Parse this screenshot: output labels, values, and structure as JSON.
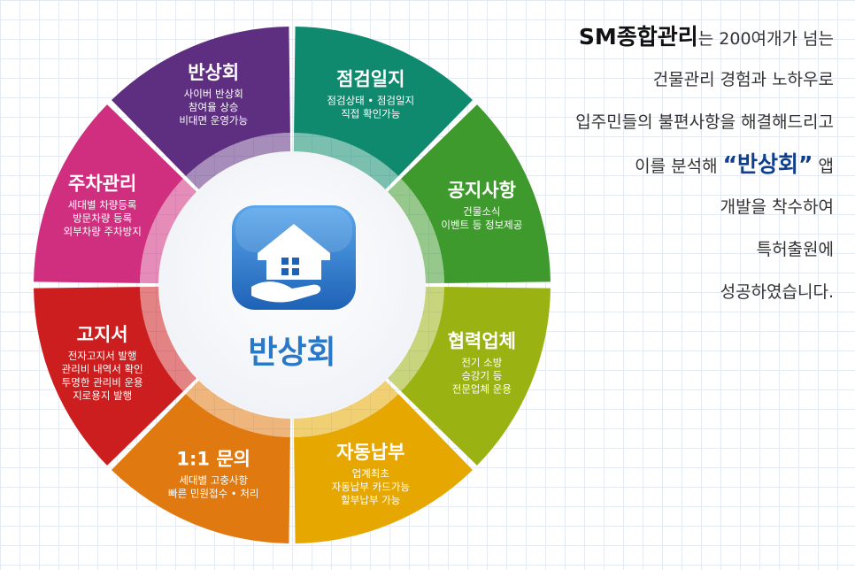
{
  "diagram": {
    "center": {
      "label": "반상회",
      "icon": "house-hand-icon"
    },
    "segments": [
      {
        "id": "bansanghoe",
        "title": "반상회",
        "lines": [
          "사이버 반상회",
          "참여율 상승",
          "비대면 운영가능"
        ],
        "color": "#5e2f80"
      },
      {
        "id": "inspection",
        "title": "점검일지",
        "lines": [
          "점검상태 • 점검일지",
          "직접 확인가능"
        ],
        "color": "#0f8a6e"
      },
      {
        "id": "notice",
        "title": "공지사항",
        "lines": [
          "건물소식",
          "이벤트 등 정보제공"
        ],
        "color": "#3f9a2e"
      },
      {
        "id": "partner",
        "title": "협력업체",
        "lines": [
          "전기 소방",
          "승강기 등",
          "전문업체 운용"
        ],
        "color": "#9bb312"
      },
      {
        "id": "autopay",
        "title": "자동납부",
        "lines": [
          "업계최초",
          "자동납부 카드가능",
          "할부납부 가능"
        ],
        "color": "#e6a800"
      },
      {
        "id": "inquiry",
        "title": "1:1 문의",
        "lines": [
          "세대별 고충사항",
          "빠른 민원접수 • 처리"
        ],
        "color": "#e07a10"
      },
      {
        "id": "invoice",
        "title": "고지서",
        "lines": [
          "전자고지서 발행",
          "관리비 내역서 확인",
          "투명한 관리비 운용",
          "지로용지 발행"
        ],
        "color": "#cc1e1e"
      },
      {
        "id": "parking",
        "title": "주차관리",
        "lines": [
          "세대별 차량등록",
          "방문차량 등록",
          "외부차량 주차방지"
        ],
        "color": "#cf2f7e"
      }
    ]
  },
  "intro": {
    "line1_brand": "SM종합관리",
    "line1_rest": "는  200여개가 넘는",
    "line2": "건물관리  경험과 노하우로",
    "line3": "입주민들의 불편사항을 해결해드리고",
    "line4_pre": "이를 분석해 ",
    "line4_hl": "“반상회”",
    "line4_post": " 앱",
    "line5": "개발을 착수하여",
    "line6": "특허출원에",
    "line7": "성공하였습니다."
  }
}
